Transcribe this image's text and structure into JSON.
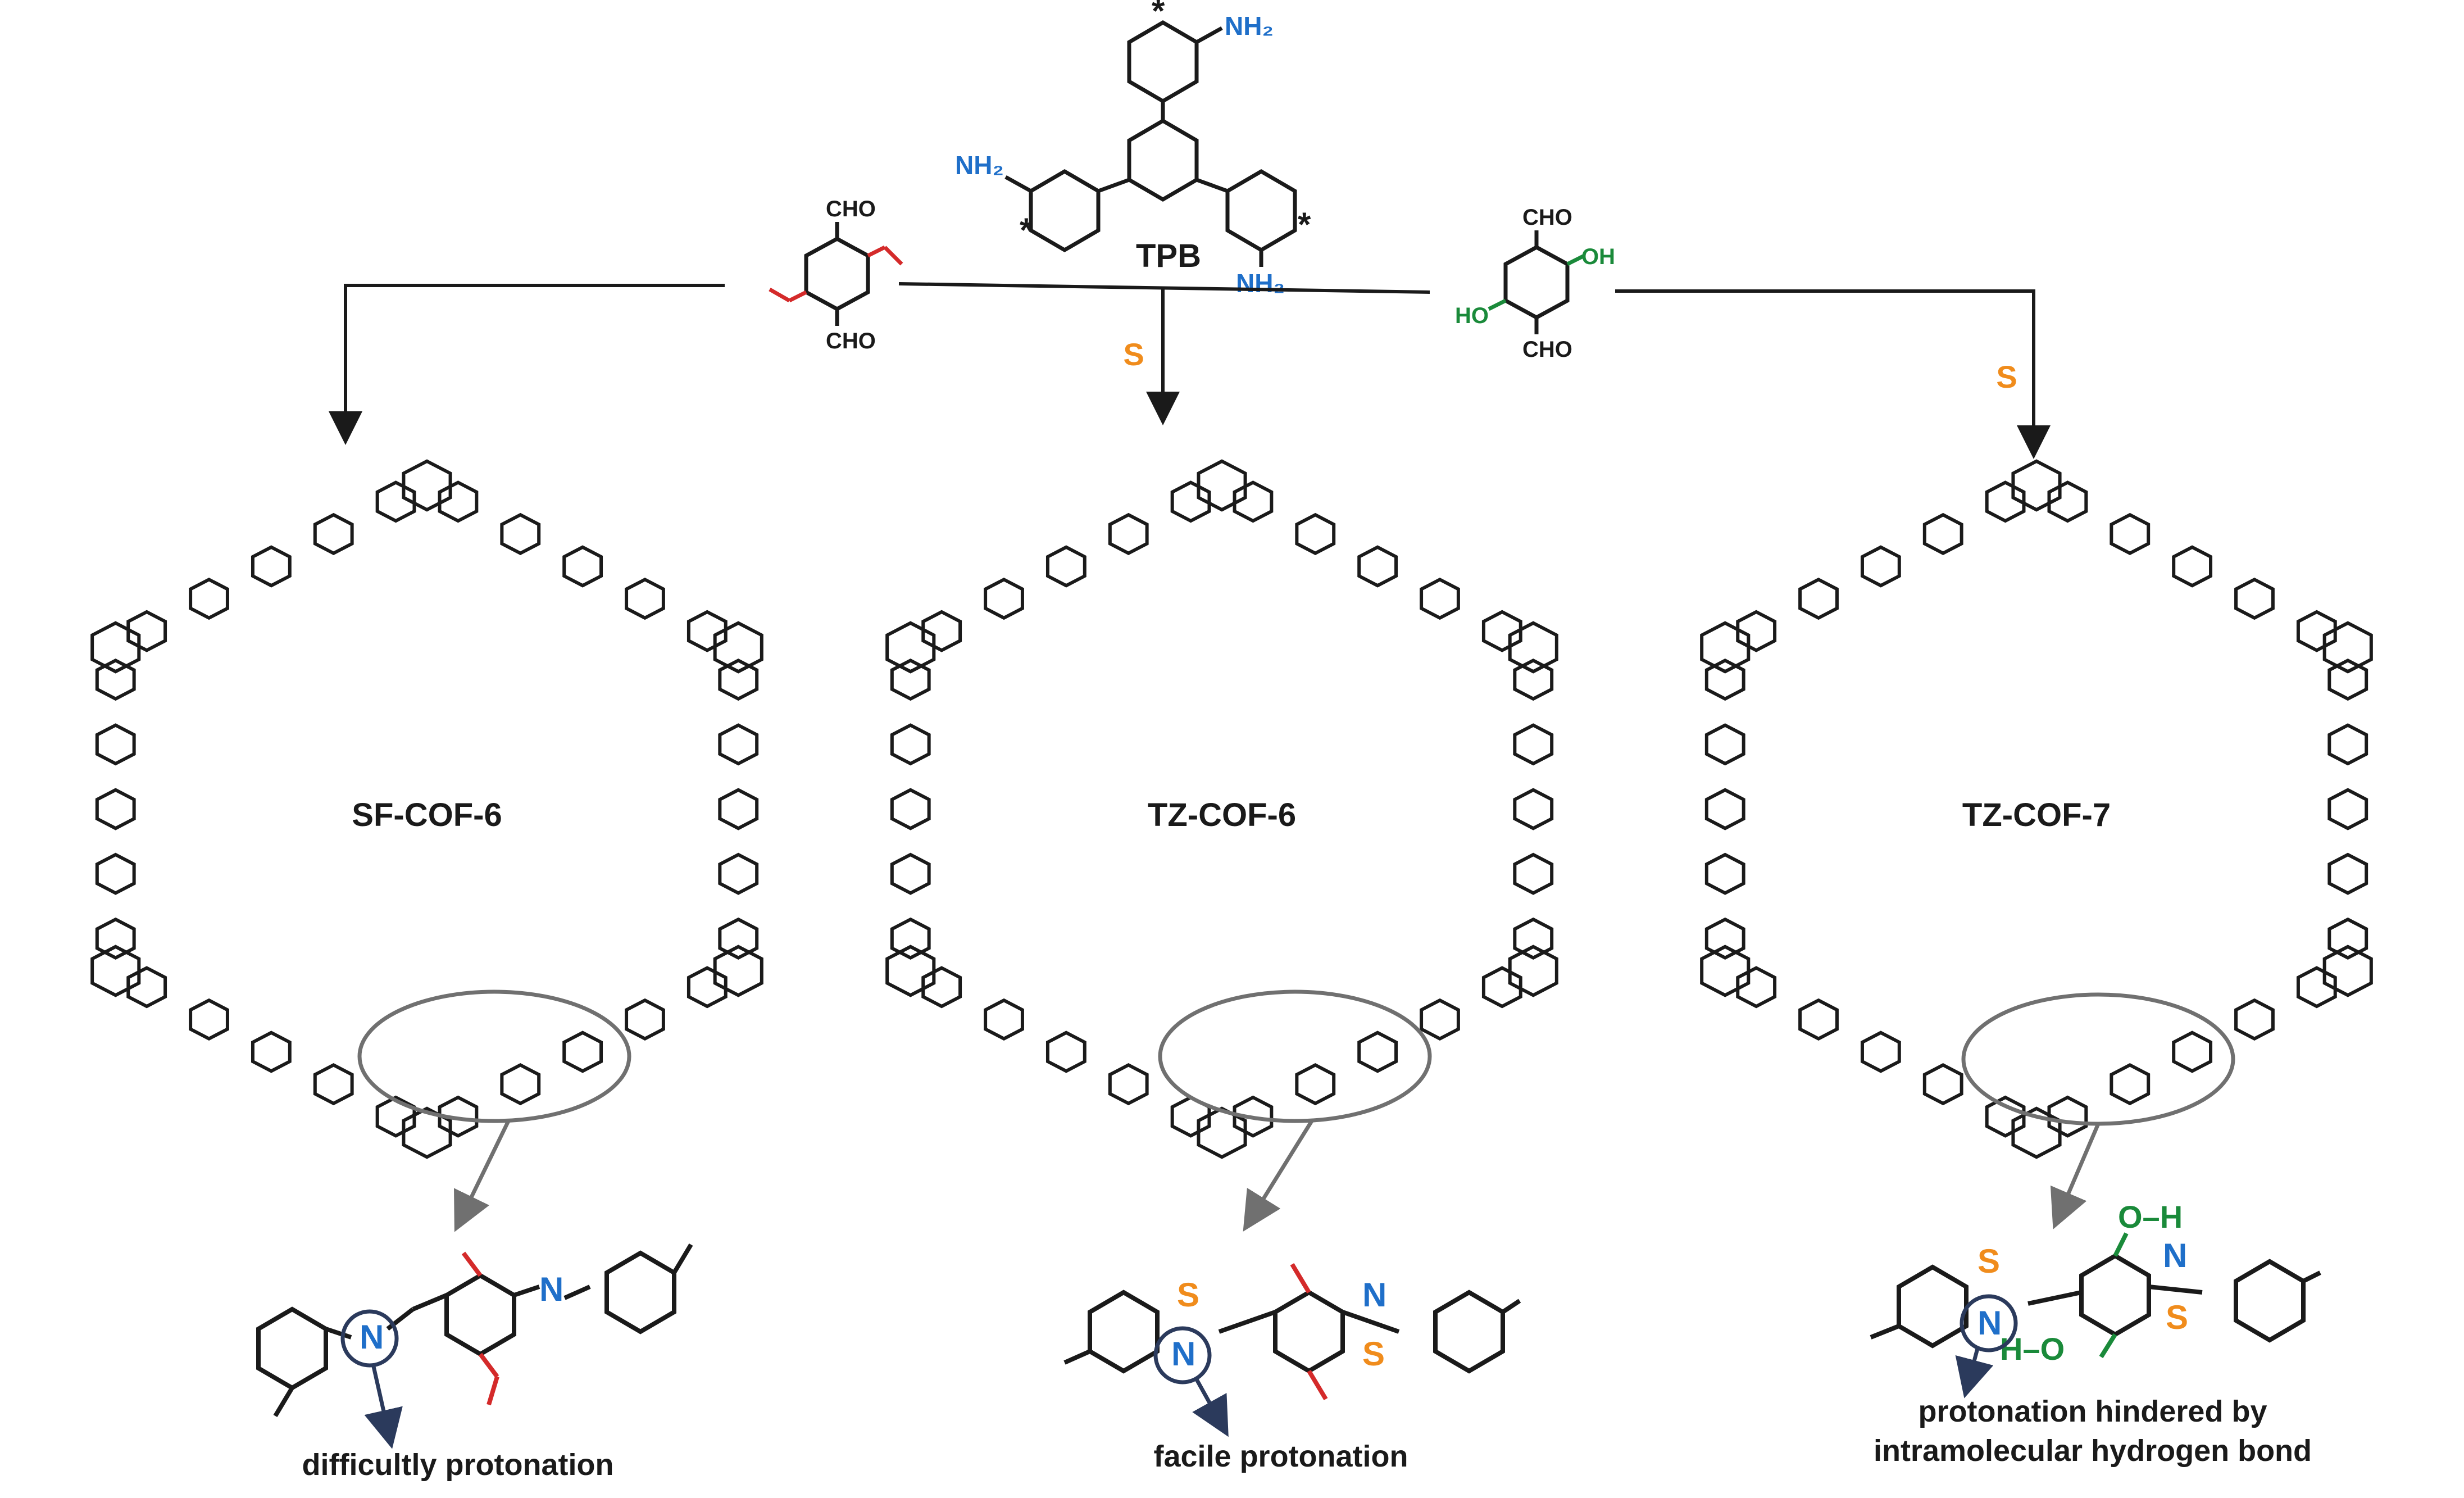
{
  "colors": {
    "bond": "#1a1a1a",
    "nitrogen": "#1f6fc9",
    "oxygen_methoxy": "#d42a2a",
    "hydroxyl": "#1a8a3a",
    "sulfur": "#f08c1c",
    "arrow_gray": "#707070",
    "arrow_dark": "#2b3a5c"
  },
  "monomers": {
    "tpb": {
      "label": "TPB",
      "nh2": "NH₂",
      "nh2_top": "NH₂",
      "star": "*"
    },
    "dialdehyde_methoxy": {
      "cho_top": "CHO",
      "cho_bottom": "CHO"
    },
    "dialdehyde_hydroxy": {
      "cho_top": "CHO",
      "cho_bottom": "CHO",
      "oh": "OH",
      "ho": "HO"
    }
  },
  "reagent": {
    "sulfur": "S"
  },
  "frameworks": [
    {
      "name": "SF-COF-6",
      "caption": "difficultly protonation"
    },
    {
      "name": "TZ-COF-6",
      "caption": "facile protonation"
    },
    {
      "name": "TZ-COF-7",
      "caption_line1": "protonation hindered by",
      "caption_line2": "intramolecular hydrogen bond"
    }
  ],
  "atoms": {
    "N": "N",
    "S": "S",
    "OH": "OH",
    "HO": "HO",
    "OH_bond": "O–H",
    "HO_bond": "H–O"
  }
}
